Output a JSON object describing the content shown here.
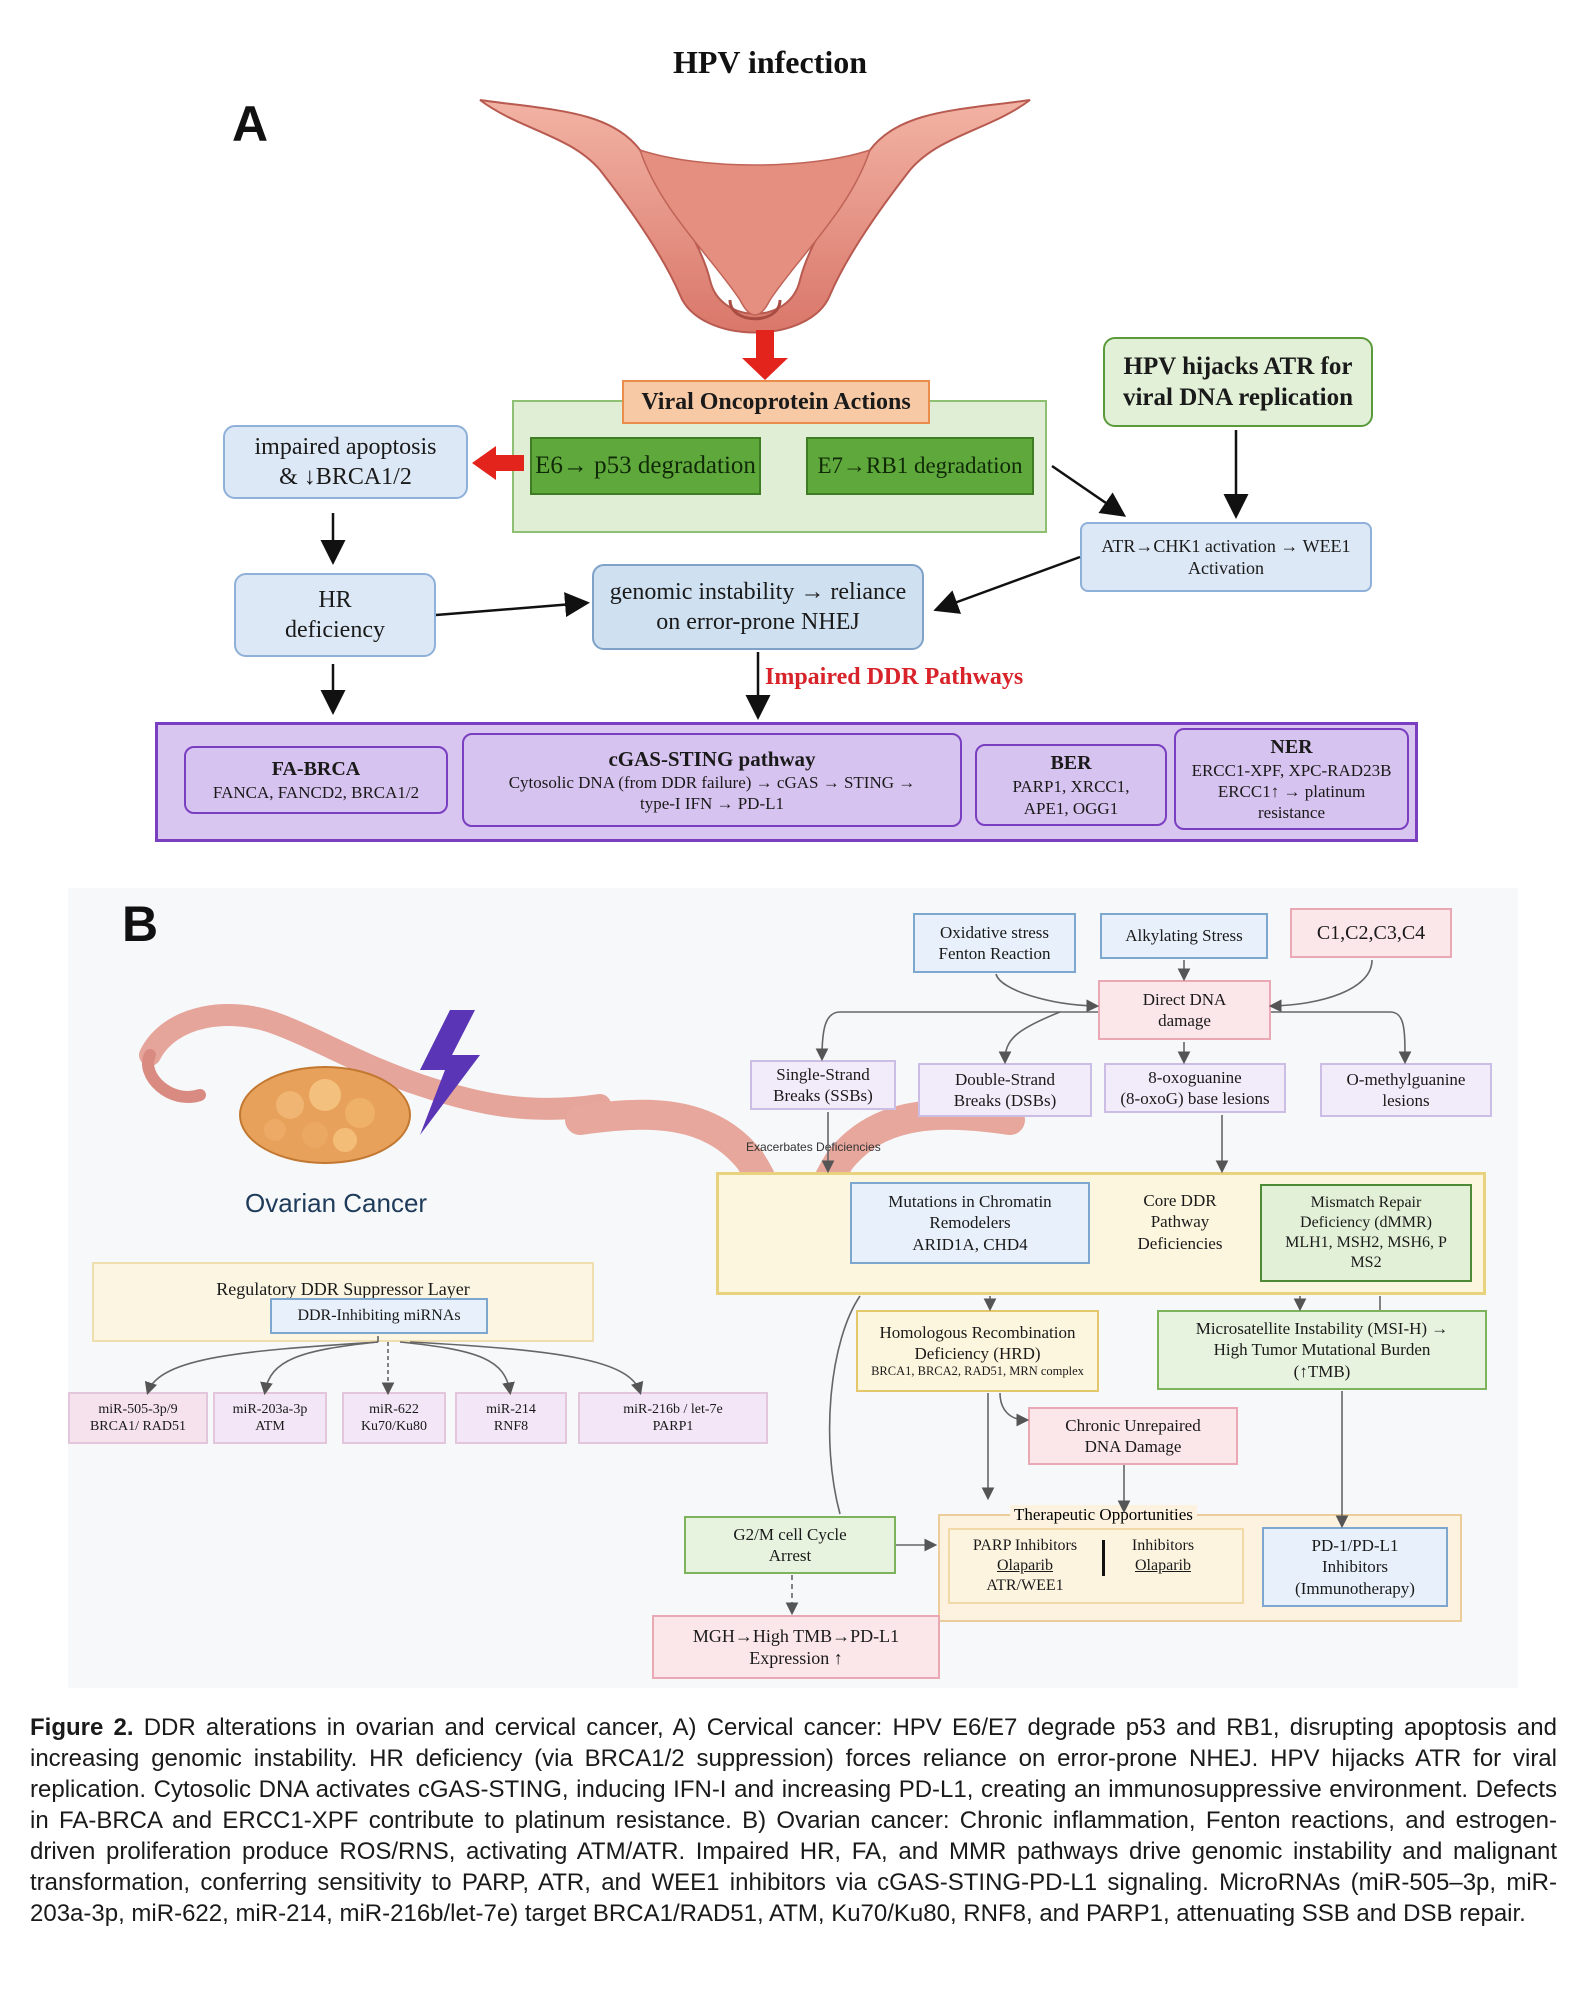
{
  "panel_a": {
    "letter": "A",
    "title": "HPV infection",
    "viral_header": "Viral Oncoprotein Actions",
    "e6": "E6→ p53 degradation",
    "e7": "E7→RB1 degradation",
    "impaired_l1": "impaired apoptosis",
    "impaired_l2": "& ↓BRCA1/2",
    "hijack_l1": "HPV hijacks ATR for",
    "hijack_l2": "viral DNA replication",
    "atr_l1": "ATR→CHK1 activation → WEE1",
    "atr_l2": "Activation",
    "hr_l1": "HR",
    "hr_l2": "deficiency",
    "genomic_l1": "genomic instability → reliance",
    "genomic_l2": "on error-prone NHEJ",
    "impaired_ddr": "Impaired DDR Pathways",
    "fa_title": "FA-BRCA",
    "fa_text": "FANCA, FANCD2, BRCA1/2",
    "cgas_title": "cGAS-STING pathway",
    "cgas_l1": "Cytosolic DNA (from DDR failure) → cGAS → STING →",
    "cgas_l2": "type-I IFN → PD-L1",
    "ber_title": "BER",
    "ber_l1": "PARP1, XRCC1,",
    "ber_l2": "APE1, OGG1",
    "ner_title": "NER",
    "ner_l1": "ERCC1-XPF, XPC-RAD23B",
    "ner_l2": "ERCC1↑ → platinum",
    "ner_l3": "resistance"
  },
  "panel_b": {
    "letter": "B",
    "ovarian_label": "Ovarian Cancer",
    "oxidative_l1": "Oxidative stress",
    "oxidative_l2": "Fenton Reaction",
    "alkylating": "Alkylating Stress",
    "c_codes": "C1,C2,C3,C4",
    "direct_l1": "Direct DNA",
    "direct_l2": "damage",
    "ssb_l1": "Single-Strand",
    "ssb_l2": "Breaks (SSBs)",
    "dsb_l1": "Double-Strand",
    "dsb_l2": "Breaks (DSBs)",
    "oxog_l1": "8-oxoguanine",
    "oxog_l2": "(8-oxoG) base lesions",
    "omg_l1": "O-methylguanine",
    "omg_l2": "lesions",
    "exacerbates": "Exacerbates Deficiencies",
    "chromatin_l1": "Mutations in Chromatin",
    "chromatin_l2": "Remodelers",
    "chromatin_l3": "ARID1A, CHD4",
    "core_l1": "Core DDR",
    "core_l2": "Pathway",
    "core_l3": "Deficiencies",
    "mmr_l1": "Mismatch Repair",
    "mmr_l2": "Deficiency (dMMR)",
    "mmr_l3": "MLH1, MSH2, MSH6, P",
    "mmr_l4": "MS2",
    "reg_title": "Regulatory DDR Suppressor Layer",
    "reg_sub": "DDR-Inhibiting miRNAs",
    "mirnas": [
      {
        "name": "miR-505-3p/9",
        "target": "BRCA1/ RAD51"
      },
      {
        "name": "miR-203a-3p",
        "target": "ATM"
      },
      {
        "name": "miR-622",
        "target": "Ku70/Ku80"
      },
      {
        "name": "miR-214",
        "target": "RNF8"
      },
      {
        "name": "miR-216b / let-7e",
        "target": "PARP1"
      }
    ],
    "hrd_l1": "Homologous Recombination",
    "hrd_l2": "Deficiency (HRD)",
    "hrd_l3": "BRCA1, BRCA2, RAD51,  MRN complex",
    "msi_l1": "Microsatellite Instability (MSI-H) →",
    "msi_l2": "High Tumor Mutational Burden",
    "msi_l3": "(↑TMB)",
    "chronic_l1": "Chronic Unrepaired",
    "chronic_l2": "DNA Damage",
    "g2m_l1": "G2/M cell Cycle",
    "g2m_l2": "Arrest",
    "ther_title": "Therapeutic Opportunities",
    "parp_l1": "PARP Inhibitors",
    "parp_l2": "Olaparib",
    "parp_l3": "ATR/WEE1",
    "inh_l1": "Inhibitors",
    "inh_l2": "Olaparib",
    "pd1_l1": "PD-1/PD-L1",
    "pd1_l2": "Inhibitors",
    "pd1_l3": "(Immunotherapy)",
    "mgh_l1": "MGH→High TMB→PD-L1",
    "mgh_l2": "Expression ↑"
  },
  "caption": {
    "label": "Figure 2.",
    "text": " DDR alterations in ovarian and cervical cancer, A) Cervical cancer: HPV E6/E7 degrade p53 and RB1, disrupting apoptosis and increasing genomic instability. HR deficiency (via BRCA1/2 suppression) forces reliance on error-prone NHEJ. HPV hijacks ATR for viral replication. Cytosolic DNA activates cGAS-STING, inducing IFN-I and increasing PD-L1, creating an immunosuppressive environment. Defects in FA-BRCA and ERCC1-XPF contribute to platinum resistance. B) Ovarian cancer: Chronic inflammation, Fenton reactions, and estrogen-driven proliferation produce ROS/RNS, activating ATM/ATR. Impaired HR, FA, and MMR pathways drive genomic instability and malignant transformation, conferring sensitivity to PARP, ATR, and WEE1 inhibitors via cGAS-STING-PD-L1 signaling. MicroRNAs (miR-505–3p, miR-203a-3p, miR-622, miR-214, miR-216b/let-7e) target BRCA1/RAD51, ATM, Ku70/Ku80, RNF8, and PARP1, attenuating SSB and DSB repair."
  }
}
